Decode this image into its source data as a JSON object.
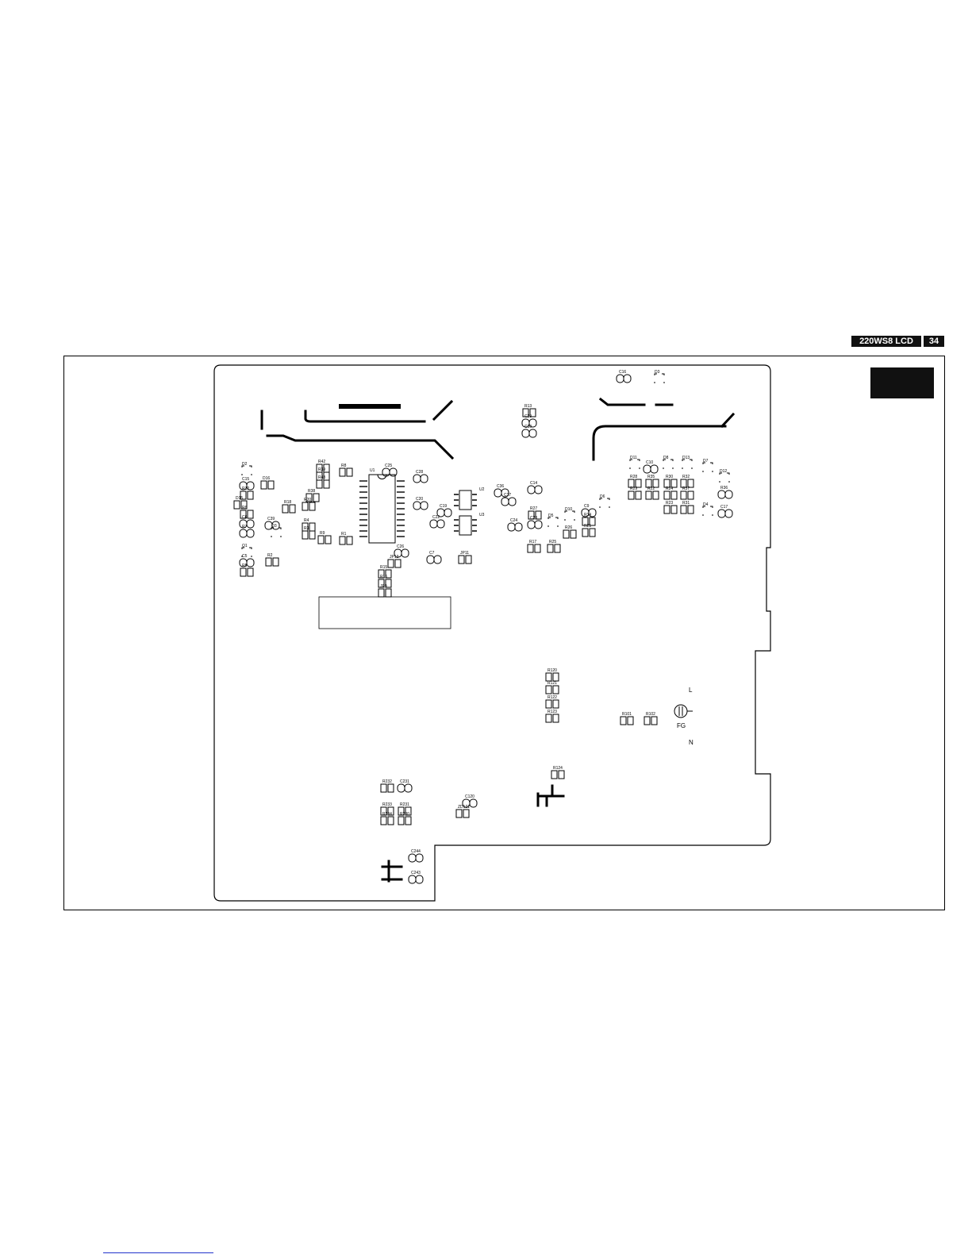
{
  "header": {
    "model": "220WS8 LCD",
    "page": "34"
  },
  "pcb": {
    "ac_terminals": [
      "L",
      "N",
      "FG"
    ],
    "components": [
      "C16",
      "D3",
      "R13",
      "C29",
      "C30",
      "D2",
      "D16",
      "C15",
      "R12",
      "D15",
      "R6",
      "C6",
      "R7",
      "Q1",
      "C5",
      "R5",
      "R42",
      "R39",
      "R43",
      "R38",
      "R20",
      "R18",
      "Q3",
      "C39",
      "R2",
      "R4",
      "R3",
      "R9",
      "R8",
      "R1",
      "C25",
      "U1",
      "C28",
      "C20",
      "C19",
      "C22",
      "C26",
      "JP13",
      "R15",
      "R16",
      "JP9",
      "C7",
      "JP11",
      "U2",
      "U3",
      "C36",
      "C37",
      "C14",
      "R27",
      "C23",
      "C24",
      "R17",
      "D5",
      "D10",
      "R26",
      "R25",
      "C9",
      "D6",
      "R34",
      "R21",
      "D11",
      "C10",
      "D8",
      "D13",
      "D7",
      "D12",
      "R28",
      "R35",
      "R30",
      "R32",
      "R29",
      "R22",
      "R24",
      "R37",
      "R23",
      "R31",
      "D4",
      "C17",
      "R36",
      "R120",
      "R121",
      "R122",
      "R123",
      "R101",
      "R102",
      "R124",
      "R232",
      "C231",
      "R233",
      "R231",
      "R234",
      "R230",
      "C120",
      "ZD121",
      "C244",
      "C243"
    ]
  }
}
